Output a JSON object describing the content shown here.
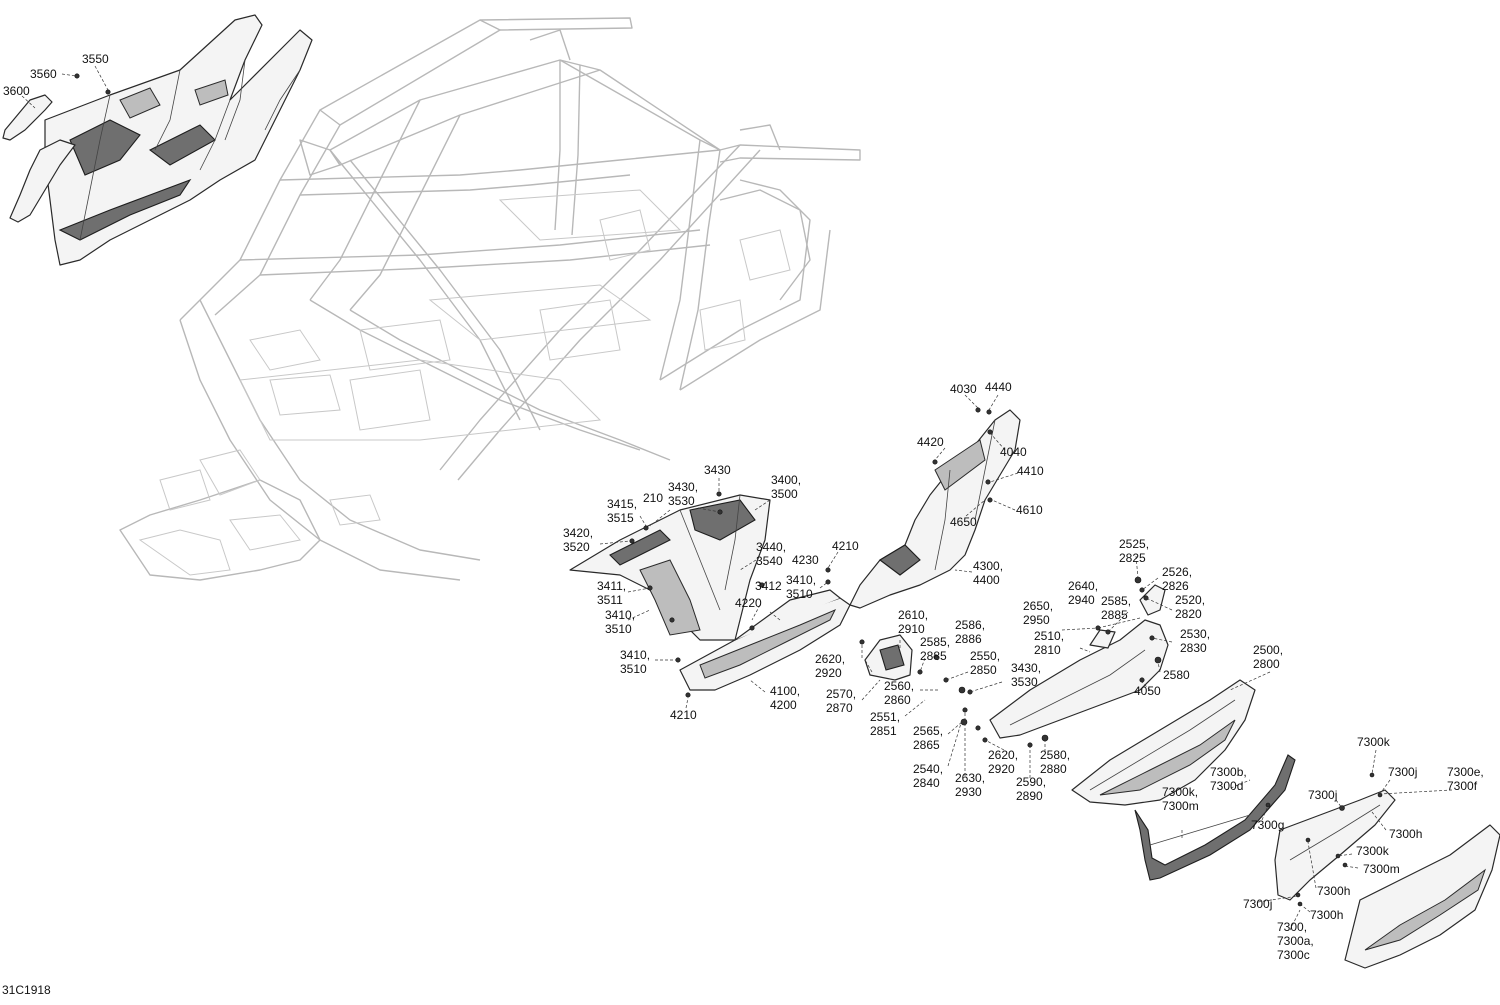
{
  "diagram_id": "31C1918",
  "callouts": [
    {
      "id": "c3560",
      "text": "3560"
    },
    {
      "id": "c3550",
      "text": "3550"
    },
    {
      "id": "c3600",
      "text": "3600"
    },
    {
      "id": "c4030",
      "text": "4030"
    },
    {
      "id": "c4440",
      "text": "4440"
    },
    {
      "id": "c4420",
      "text": "4420"
    },
    {
      "id": "c4040",
      "text": "4040"
    },
    {
      "id": "c4410",
      "text": "4410"
    },
    {
      "id": "c4650",
      "text": "4650"
    },
    {
      "id": "c4610",
      "text": "4610"
    },
    {
      "id": "c4300",
      "text": "4300,\n4400"
    },
    {
      "id": "c3430a",
      "text": "3430"
    },
    {
      "id": "c3400",
      "text": "3400,\n3500"
    },
    {
      "id": "c3415",
      "text": "3415,\n3515"
    },
    {
      "id": "c210",
      "text": "210"
    },
    {
      "id": "c3430b",
      "text": "3430,\n3530"
    },
    {
      "id": "c3420",
      "text": "3420,\n3520"
    },
    {
      "id": "c3440",
      "text": "3440,\n3540"
    },
    {
      "id": "c4210a",
      "text": "4210"
    },
    {
      "id": "c4230",
      "text": "4230"
    },
    {
      "id": "c3412",
      "text": "3412"
    },
    {
      "id": "c3411",
      "text": "3411,\n3511"
    },
    {
      "id": "c3410a",
      "text": "3410,\n3510"
    },
    {
      "id": "c3410b",
      "text": "3410,\n3510"
    },
    {
      "id": "c4220",
      "text": "4220"
    },
    {
      "id": "c3410c",
      "text": "3410,\n3510"
    },
    {
      "id": "c4100",
      "text": "4100,\n4200"
    },
    {
      "id": "c4210b",
      "text": "4210"
    },
    {
      "id": "c2525",
      "text": "2525,\n2825"
    },
    {
      "id": "c2526",
      "text": "2526,\n2826"
    },
    {
      "id": "c2640",
      "text": "2640,\n2940"
    },
    {
      "id": "c2585a",
      "text": "2585,\n2885"
    },
    {
      "id": "c2520",
      "text": "2520,\n2820"
    },
    {
      "id": "c2650",
      "text": "2650,\n2950"
    },
    {
      "id": "c2510",
      "text": "2510,\n2810"
    },
    {
      "id": "c2530",
      "text": "2530,\n2830"
    },
    {
      "id": "c2610",
      "text": "2610,\n2910"
    },
    {
      "id": "c2586",
      "text": "2586,\n2886"
    },
    {
      "id": "c2585b",
      "text": "2585,\n2885"
    },
    {
      "id": "c2620a",
      "text": "2620,\n2920"
    },
    {
      "id": "c2550",
      "text": "2550,\n2850"
    },
    {
      "id": "c3430c",
      "text": "3430,\n3530"
    },
    {
      "id": "c2580a",
      "text": "2580"
    },
    {
      "id": "c4050",
      "text": "4050"
    },
    {
      "id": "c2500",
      "text": "2500,\n2800"
    },
    {
      "id": "c2560",
      "text": "2560,\n2860"
    },
    {
      "id": "c2570",
      "text": "2570,\n2870"
    },
    {
      "id": "c2551",
      "text": "2551,\n2851"
    },
    {
      "id": "c2565",
      "text": "2565,\n2865"
    },
    {
      "id": "c2620b",
      "text": "2620,\n2920"
    },
    {
      "id": "c2580b",
      "text": "2580,\n2880"
    },
    {
      "id": "c2540",
      "text": "2540,\n2840"
    },
    {
      "id": "c2630",
      "text": "2630,\n2930"
    },
    {
      "id": "c2590",
      "text": "2590,\n2890"
    },
    {
      "id": "c7300k1",
      "text": "7300k"
    },
    {
      "id": "c7300j1",
      "text": "7300j"
    },
    {
      "id": "c7300e",
      "text": "7300e,\n7300f"
    },
    {
      "id": "c7300b",
      "text": "7300b,\n7300d"
    },
    {
      "id": "c7300k2",
      "text": "7300k,\n7300m"
    },
    {
      "id": "c7300j2",
      "text": "7300j"
    },
    {
      "id": "c7300g",
      "text": "7300g"
    },
    {
      "id": "c7300h1",
      "text": "7300h"
    },
    {
      "id": "c7300k3",
      "text": "7300k"
    },
    {
      "id": "c7300m",
      "text": "7300m"
    },
    {
      "id": "c7300h2",
      "text": "7300h"
    },
    {
      "id": "c7300j3",
      "text": "7300j"
    },
    {
      "id": "c7300h3",
      "text": "7300h"
    },
    {
      "id": "c7300",
      "text": "7300,\n7300a,\n7300c"
    }
  ]
}
